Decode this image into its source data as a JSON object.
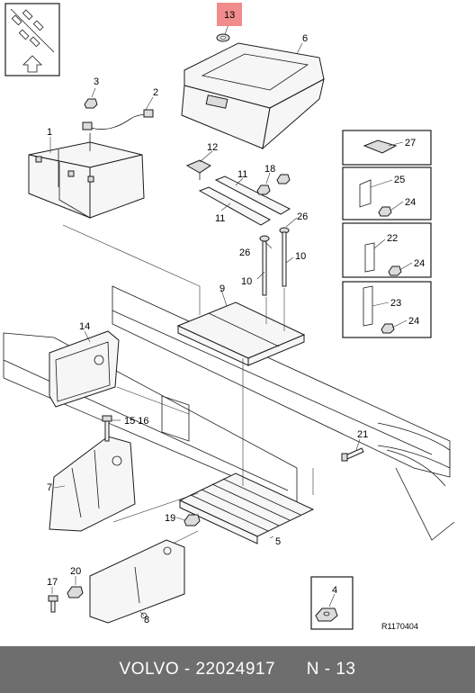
{
  "callouts": {
    "c1": "1",
    "c2": "2",
    "c3": "3",
    "c4": "4",
    "c5": "5",
    "c6": "6",
    "c7": "7",
    "c8": "8",
    "c9": "9",
    "c10a": "10",
    "c10b": "10",
    "c11a": "11",
    "c11b": "11",
    "c12": "12",
    "c13": "13",
    "c14": "14",
    "c15_16": "15 16",
    "c17": "17",
    "c18": "18",
    "c19": "19",
    "c20": "20",
    "c21": "21",
    "c22": "22",
    "c23": "23",
    "c24a": "24",
    "c24b": "24",
    "c24c": "24",
    "c25": "25",
    "c26a": "26",
    "c26b": "26",
    "c27": "27"
  },
  "reference_code": "R1170404",
  "highlight_color": "#f08c8c",
  "footer": {
    "brand": "VOLVO",
    "separator": " - ",
    "part_number": "22024917",
    "position": "N - 13"
  }
}
